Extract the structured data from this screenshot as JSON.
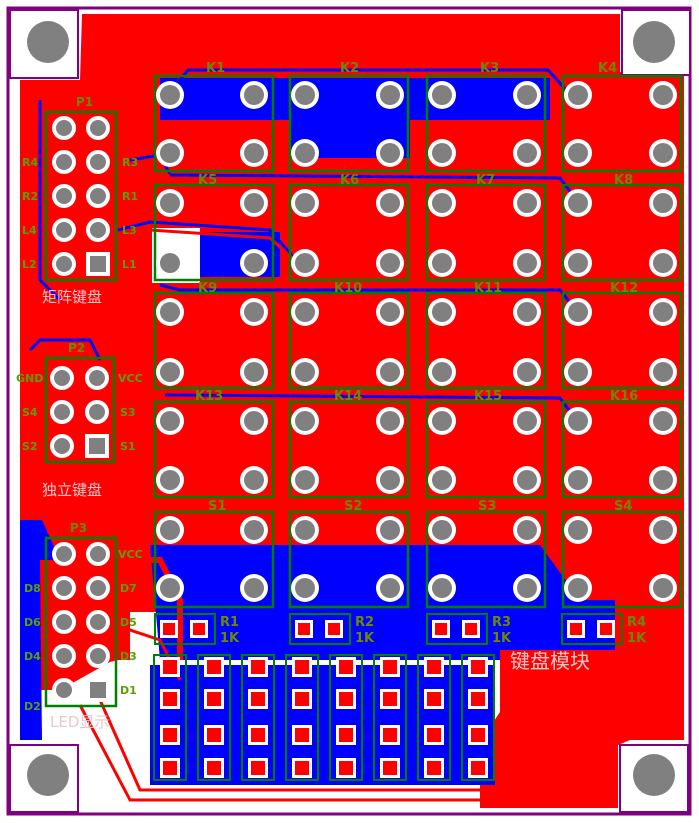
{
  "board": {
    "colors": {
      "copper_top": "#ff0000",
      "copper_bottom": "#0000ff",
      "silkscreen": "#008000",
      "outline": "#800080",
      "pad": "#ffffff",
      "hole": "#808080",
      "background": "#ffffff"
    }
  },
  "headers": {
    "p1": {
      "ref": "P1",
      "title": "矩阵键盘",
      "pins_left": [
        "R4",
        "R2",
        "L4",
        "L2"
      ],
      "pins_right": [
        "R3",
        "R1",
        "L3",
        "L1"
      ]
    },
    "p2": {
      "ref": "P2",
      "title": "独立键盘",
      "pins_left": [
        "GND",
        "S4",
        "S2"
      ],
      "pins_right": [
        "VCC",
        "S3",
        "S1"
      ]
    },
    "p3": {
      "ref": "P3",
      "title": "LED显示",
      "pins_left": [
        "D8",
        "D6",
        "D4",
        "D2"
      ],
      "pins_right": [
        "VCC",
        "D7",
        "D5",
        "D3",
        "D1"
      ]
    }
  },
  "keys": {
    "matrix": [
      "K1",
      "K2",
      "K3",
      "K4",
      "K5",
      "K6",
      "K7",
      "K8",
      "K9",
      "K10",
      "K11",
      "K12",
      "K13",
      "K14",
      "K15",
      "K16"
    ],
    "standalone": [
      "S1",
      "S2",
      "S3",
      "S4"
    ]
  },
  "resistors": [
    {
      "ref": "R1",
      "value": "1K"
    },
    {
      "ref": "R2",
      "value": "1K"
    },
    {
      "ref": "R3",
      "value": "1K"
    },
    {
      "ref": "R4",
      "value": "1K"
    }
  ],
  "module_title": "键盘模块"
}
